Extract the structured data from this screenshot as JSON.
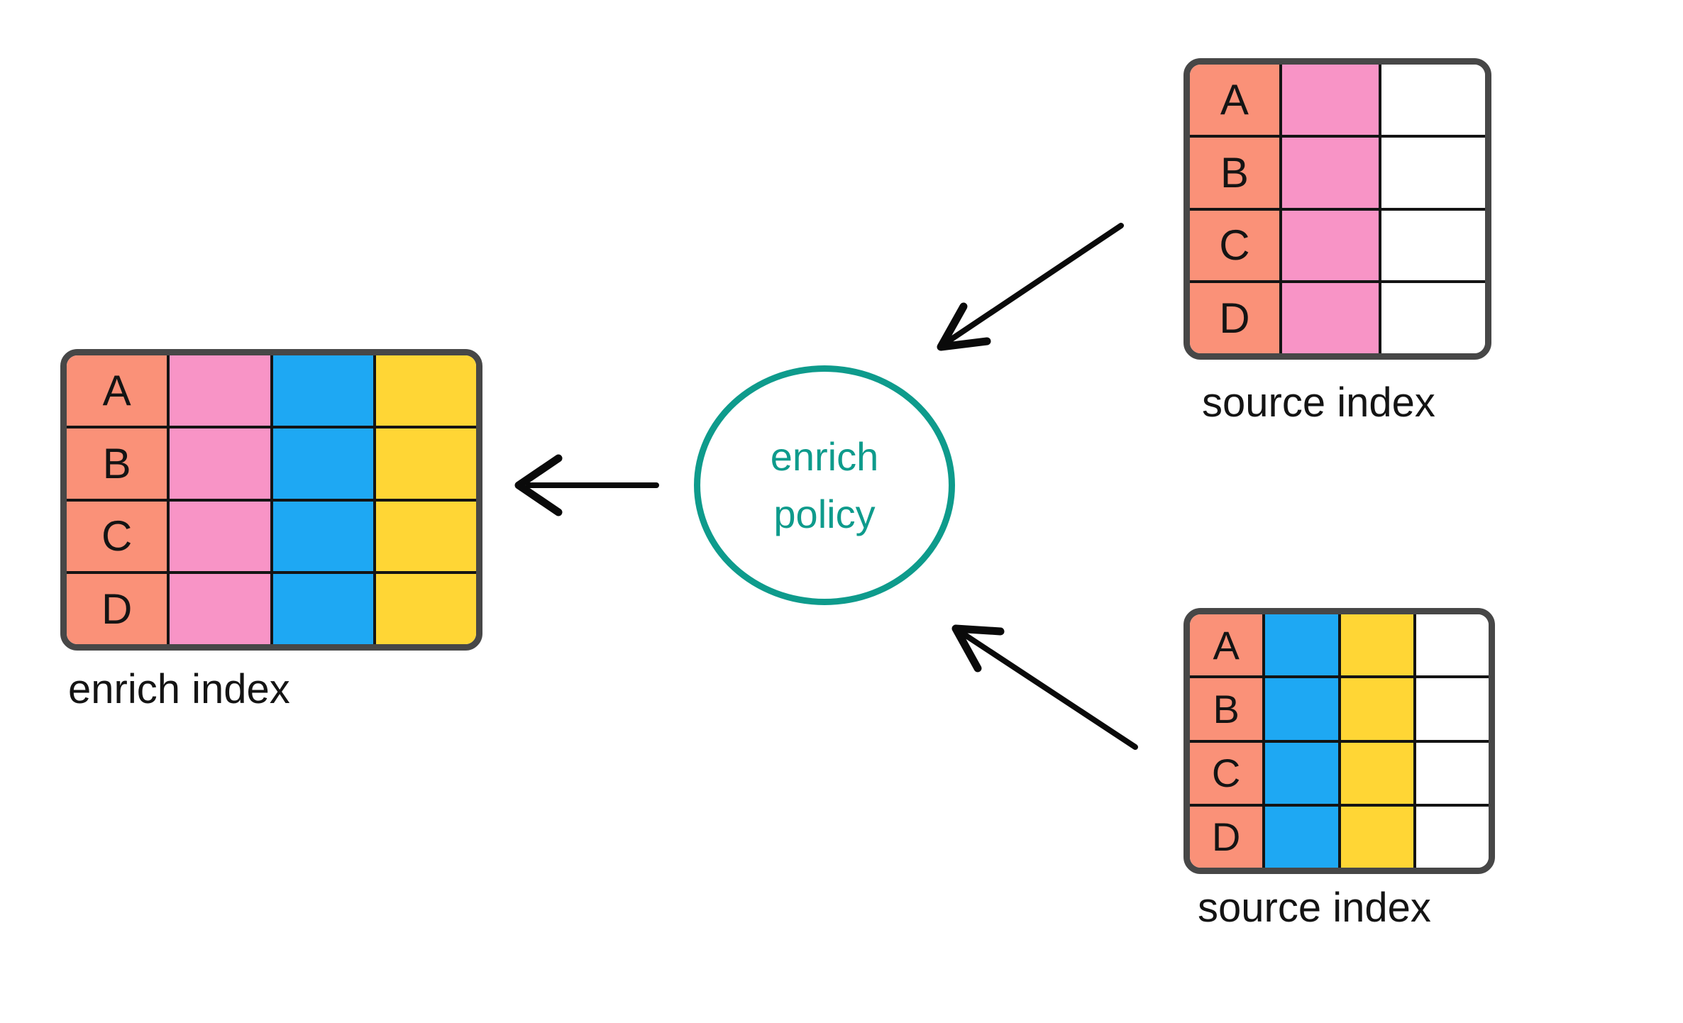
{
  "diagram": {
    "enrich_index": {
      "label": "enrich index",
      "row_keys": [
        "A",
        "B",
        "C",
        "D"
      ],
      "value_columns": [
        "pink",
        "blue",
        "yellow"
      ]
    },
    "source_index_top": {
      "label": "source index",
      "row_keys": [
        "A",
        "B",
        "C",
        "D"
      ],
      "value_columns": [
        "pink",
        "empty"
      ]
    },
    "source_index_bottom": {
      "label": "source index",
      "row_keys": [
        "A",
        "B",
        "C",
        "D"
      ],
      "value_columns": [
        "blue",
        "yellow",
        "empty"
      ]
    },
    "enrich_policy": {
      "line1": "enrich",
      "line2": "policy"
    }
  },
  "colors": {
    "salmon": "#FA9178",
    "pink": "#F894C6",
    "blue": "#1EA8F3",
    "yellow": "#FFD635",
    "teal": "#0E9B8C",
    "table_border": "#474747",
    "grid_line": "#141414",
    "arrow": "#0A0A0A",
    "text": "#141414",
    "background": "#FFFFFF"
  }
}
